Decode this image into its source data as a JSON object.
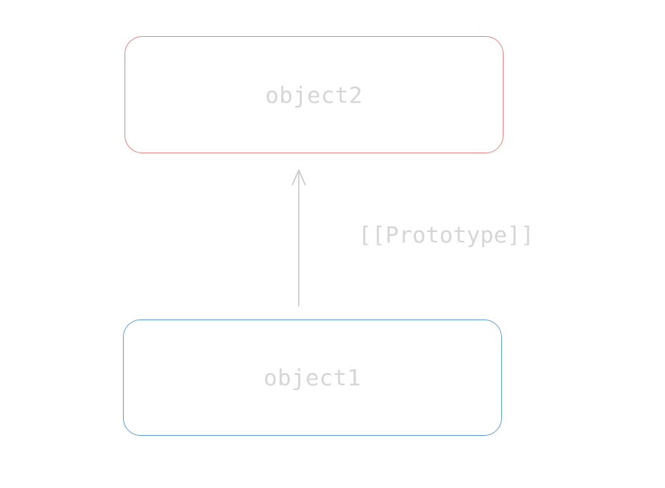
{
  "diagram": {
    "nodes": [
      {
        "id": "object2",
        "label": "object2",
        "border_color": "#ee8a8a"
      },
      {
        "id": "object1",
        "label": "object1",
        "border_color": "#6aa6da"
      }
    ],
    "edges": [
      {
        "from": "object1",
        "to": "object2",
        "label": "[[Prototype]]",
        "color": "#cccccc"
      }
    ]
  }
}
